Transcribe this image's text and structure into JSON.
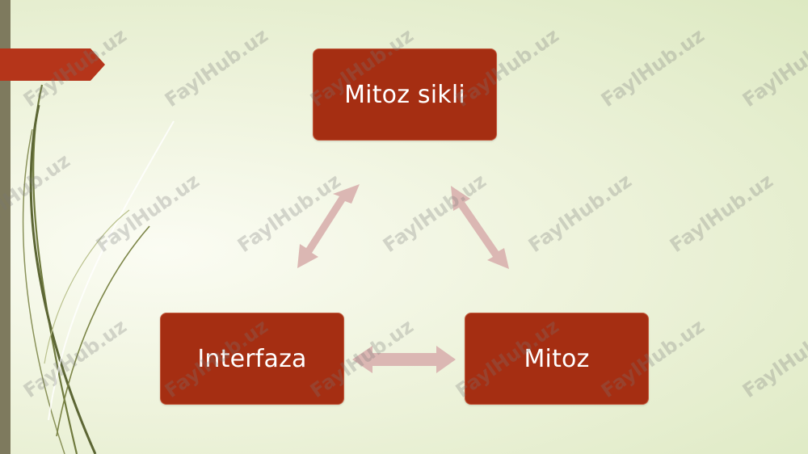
{
  "diagram": {
    "nodes": [
      {
        "id": "top",
        "label": "Mitoz sikli"
      },
      {
        "id": "left",
        "label": "Interfaza"
      },
      {
        "id": "right",
        "label": "Mitoz"
      }
    ],
    "connectors": [
      {
        "from": "top",
        "to": "left",
        "style": "double-arrow"
      },
      {
        "from": "top",
        "to": "right",
        "style": "double-arrow"
      },
      {
        "from": "left",
        "to": "right",
        "style": "double-arrow"
      }
    ]
  },
  "watermark": {
    "text": "FaylHub.uz"
  },
  "colors": {
    "node_fill": "#a52e12",
    "arrow_fill": "#d9b3b0",
    "accent": "#b5351a",
    "left_bar": "#7e7a5e",
    "background": "#eef3dc"
  }
}
